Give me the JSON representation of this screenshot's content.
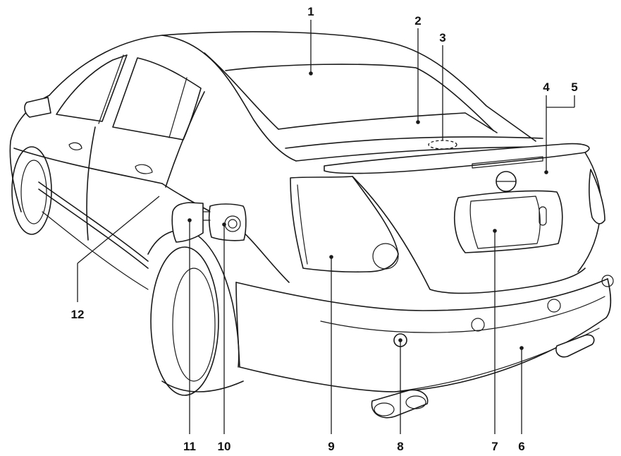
{
  "callouts": [
    {
      "id": "1",
      "label": "1"
    },
    {
      "id": "2",
      "label": "2"
    },
    {
      "id": "3",
      "label": "3"
    },
    {
      "id": "4",
      "label": "4"
    },
    {
      "id": "5",
      "label": "5"
    },
    {
      "id": "6",
      "label": "6"
    },
    {
      "id": "7",
      "label": "7"
    },
    {
      "id": "8",
      "label": "8"
    },
    {
      "id": "9",
      "label": "9"
    },
    {
      "id": "10",
      "label": "10"
    },
    {
      "id": "11",
      "label": "11"
    },
    {
      "id": "12",
      "label": "12"
    }
  ],
  "colors": {
    "line": "#1a1a1a",
    "background": "#ffffff"
  }
}
